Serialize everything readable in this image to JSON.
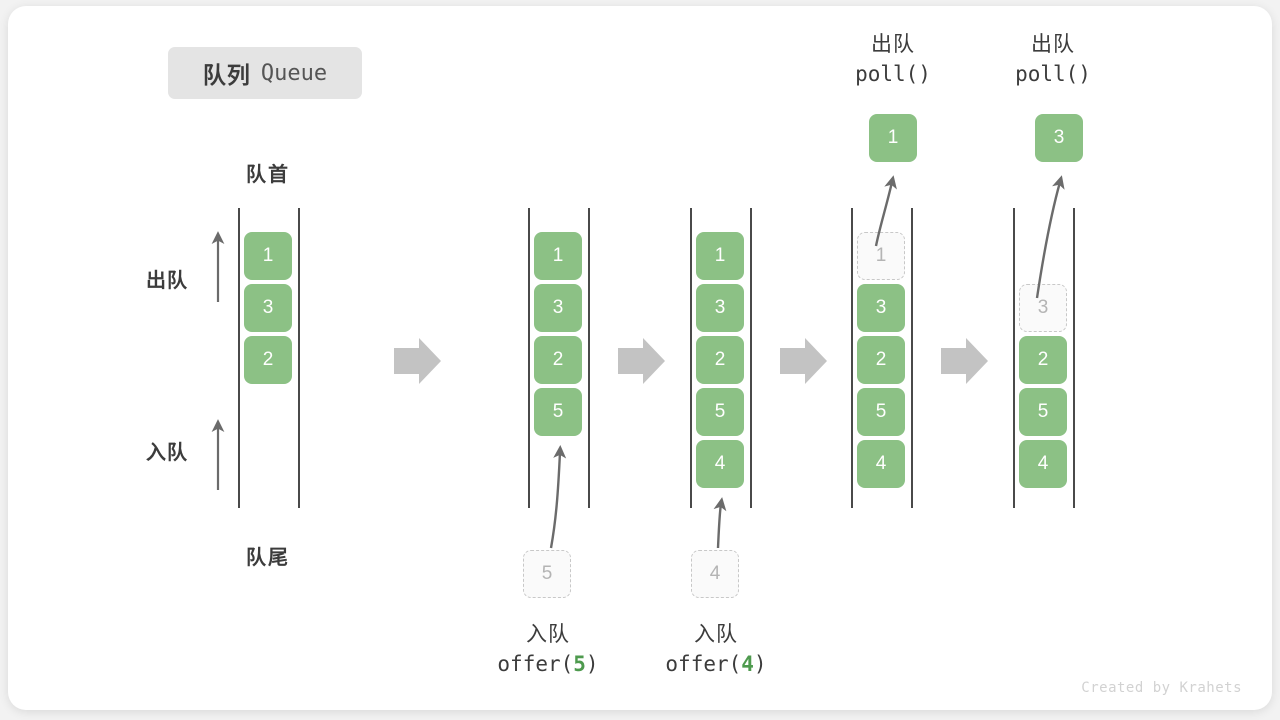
{
  "title": {
    "cn": "队列",
    "en": "Queue"
  },
  "labels": {
    "head": "队首",
    "tail": "队尾",
    "dequeue_side": "出队",
    "enqueue_side": "入队"
  },
  "colors": {
    "cell_green": "#8cc185",
    "cell_text": "#ffffff",
    "ghost_border": "#c8c8c8",
    "ghost_text": "#b4b4b4",
    "rail": "#4a4a4a",
    "flow_arrow": "#c3c3c3",
    "accent_arg": "#4e9a4e",
    "text_dark": "#3c3c3c",
    "badge_bg": "#e4e4e4"
  },
  "stages": [
    {
      "id": "initial",
      "cells": [
        {
          "value": "1",
          "ghost": false
        },
        {
          "value": "3",
          "ghost": false
        },
        {
          "value": "2",
          "ghost": false
        }
      ]
    },
    {
      "id": "after-offer-5",
      "cells": [
        {
          "value": "1",
          "ghost": false
        },
        {
          "value": "3",
          "ghost": false
        },
        {
          "value": "2",
          "ghost": false
        },
        {
          "value": "5",
          "ghost": false
        }
      ],
      "incoming": {
        "value": "5"
      },
      "caption": {
        "line1": "入队",
        "fn": "offer(",
        "arg": "5",
        "close": ")"
      }
    },
    {
      "id": "after-offer-4",
      "cells": [
        {
          "value": "1",
          "ghost": false
        },
        {
          "value": "3",
          "ghost": false
        },
        {
          "value": "2",
          "ghost": false
        },
        {
          "value": "5",
          "ghost": false
        },
        {
          "value": "4",
          "ghost": false
        }
      ],
      "incoming": {
        "value": "4"
      },
      "caption": {
        "line1": "入队",
        "fn": "offer(",
        "arg": "4",
        "close": ")"
      }
    },
    {
      "id": "after-poll-1",
      "cells": [
        {
          "value": "1",
          "ghost": true
        },
        {
          "value": "3",
          "ghost": false
        },
        {
          "value": "2",
          "ghost": false
        },
        {
          "value": "5",
          "ghost": false
        },
        {
          "value": "4",
          "ghost": false
        }
      ],
      "outgoing": {
        "value": "1"
      },
      "caption": {
        "line1": "出队",
        "line2": "poll()"
      }
    },
    {
      "id": "after-poll-3",
      "cells": [
        {
          "value": "3",
          "ghost": true
        },
        {
          "value": "2",
          "ghost": false
        },
        {
          "value": "5",
          "ghost": false
        },
        {
          "value": "4",
          "ghost": false
        }
      ],
      "outgoing": {
        "value": "3"
      },
      "caption": {
        "line1": "出队",
        "line2": "poll()"
      },
      "ghost_offset_slots": 1
    }
  ],
  "watermark": "Created by Krahets"
}
